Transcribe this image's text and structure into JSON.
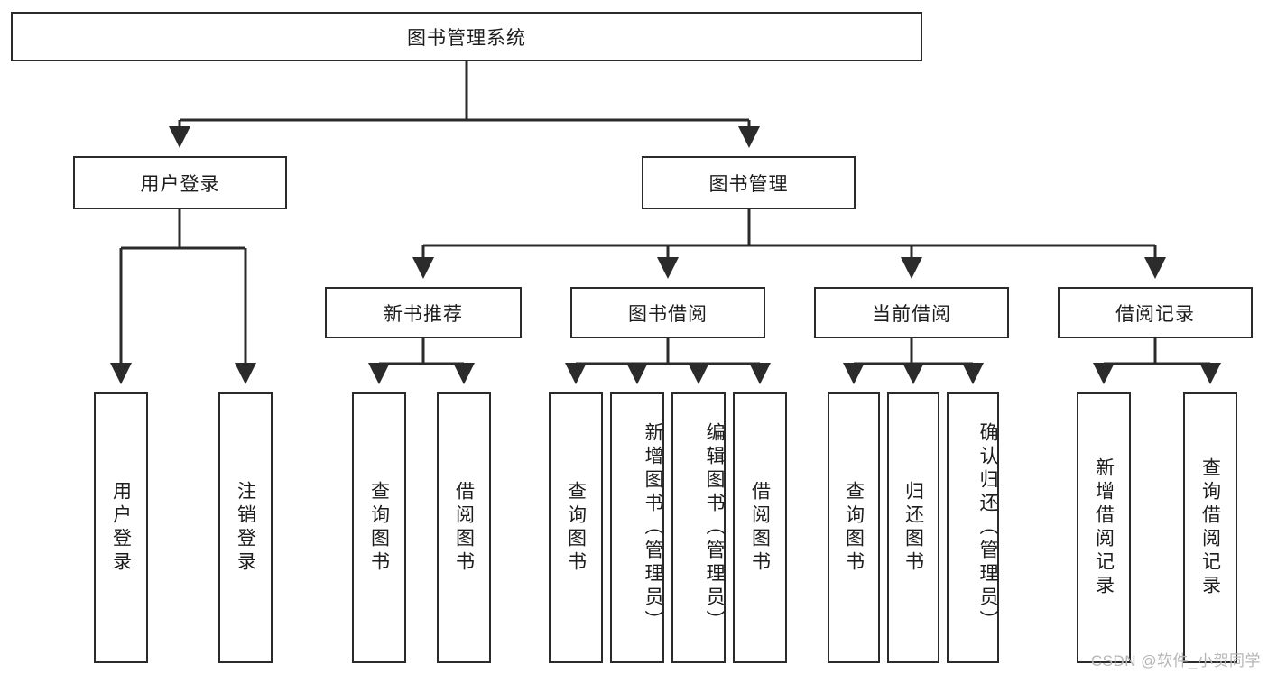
{
  "diagram": {
    "title": "图书管理系统",
    "type": "hierarchy-tree",
    "colors": {
      "box_border": "#2b2b2b",
      "box_fill": "#ffffff",
      "edge": "#2b2b2b",
      "text": "#1d1d1d",
      "watermark": "#b6b6b6"
    },
    "levels": {
      "root": {
        "label": "图书管理系统"
      },
      "level2": [
        {
          "label": "用户登录"
        },
        {
          "label": "图书管理"
        }
      ],
      "level3": [
        {
          "label": "新书推荐"
        },
        {
          "label": "图书借阅"
        },
        {
          "label": "当前借阅"
        },
        {
          "label": "借阅记录"
        }
      ],
      "level4": {
        "user_login_children": [
          {
            "label": "用户登录"
          },
          {
            "label": "注销登录"
          }
        ],
        "new_book_children": [
          {
            "label": "查询图书"
          },
          {
            "label": "借阅图书"
          }
        ],
        "borrow_children": [
          {
            "label": "查询图书"
          },
          {
            "label": "新增图书（管理员）"
          },
          {
            "label": "编辑图书（管理员）"
          },
          {
            "label": "借阅图书"
          }
        ],
        "current_borrow_children": [
          {
            "label": "查询图书"
          },
          {
            "label": "归还图书"
          },
          {
            "label": "确认归还（管理员）"
          }
        ],
        "record_children": [
          {
            "label": "新增借阅记录"
          },
          {
            "label": "查询借阅记录"
          }
        ]
      }
    }
  },
  "watermark": {
    "text": "CSDN @软件_小贺同学"
  }
}
